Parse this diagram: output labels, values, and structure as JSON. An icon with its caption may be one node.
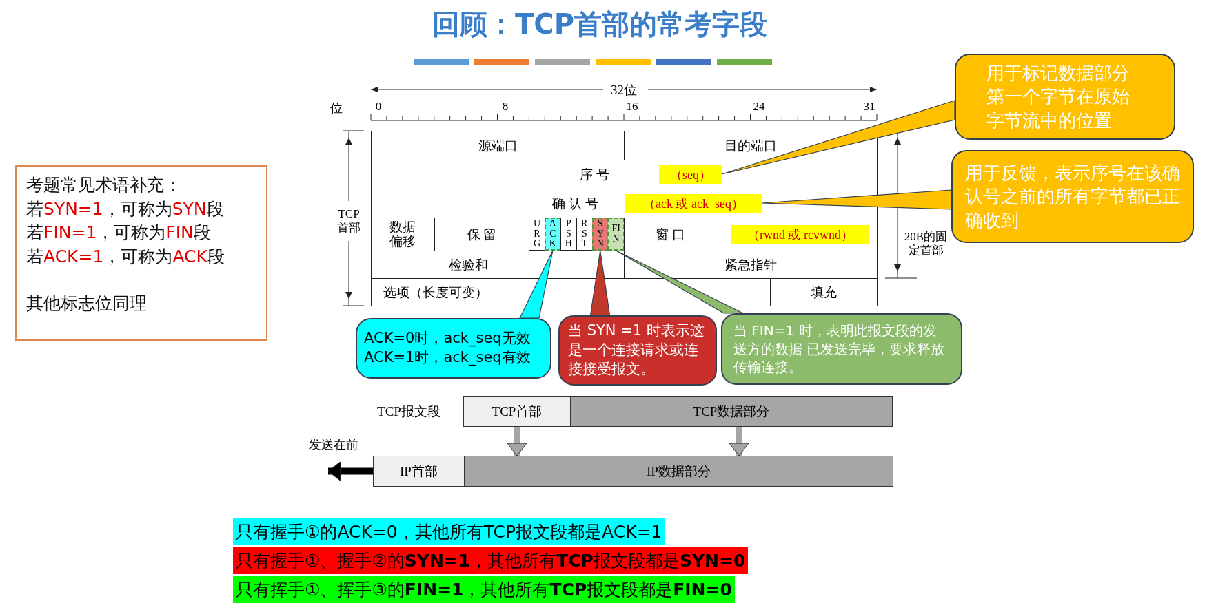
{
  "diagram": {
    "title": "回顾：TCP首部的常考字段",
    "nodes": [
      {
        "text": [
          "用于标记数据部分第一个字节在原始字节流中的位置"
        ]
      },
      {
        "text": [
          "用于反馈，表示序号在该确认号之前的所有字节都已正确收到"
        ]
      },
      {
        "text": [
          "考题常见术语补充：",
          "若SYN=1，可称为SYN段",
          "若FIN=1，可称为FIN段",
          "若ACK=1，可称为ACK段",
          "其他标志位同理"
        ]
      },
      {
        "text": [
          "源端口"
        ]
      },
      {
        "text": [
          "目的端口"
        ]
      },
      {
        "text": [
          "序 号"
        ]
      },
      {
        "text": [
          "（seq）"
        ],
        "in": 5
      },
      {
        "text": [
          "确 认 号"
        ]
      },
      {
        "text": [
          "（ack 或 ack_seq）"
        ],
        "in": 7
      },
      {
        "text": [
          "数据偏移"
        ]
      },
      {
        "text": [
          "保 留"
        ]
      },
      {
        "text": [
          "URG"
        ]
      },
      {
        "text": [
          "ACK"
        ]
      },
      {
        "text": [
          "PSH"
        ]
      },
      {
        "text": [
          "RST"
        ]
      },
      {
        "text": [
          "SYN"
        ]
      },
      {
        "text": [
          "FIN"
        ]
      },
      {
        "text": [
          "窗 口"
        ]
      },
      {
        "text": [
          "（rwnd 或 rcvwnd）"
        ],
        "in": 17
      },
      {
        "text": [
          "检验和"
        ]
      },
      {
        "text": [
          "紧急指针"
        ]
      },
      {
        "text": [
          "选项（长度可变）"
        ]
      },
      {
        "text": [
          "填充"
        ]
      },
      {
        "text": [
          "ACK=0时，ack_seq无效",
          "ACK=1时，ack_seq有效"
        ]
      },
      {
        "text": [
          "当 SYN =1 时表示这是一个连接请求或连接接受报文。"
        ]
      },
      {
        "text": [
          "当 FIN=1 时，表明此报文段的发送方的数据 已发送完毕，要求释放传输连接。"
        ]
      },
      {
        "text": [
          "TCP首部"
        ]
      },
      {
        "text": [
          "TCP数据部分"
        ]
      },
      {
        "text": [
          "IP首部"
        ]
      },
      {
        "text": [
          "IP数据部分"
        ]
      },
      {
        "text": [
          "只有握手①的ACK=0，其他所有TCP报文段都是ACK=1"
        ]
      },
      {
        "text": [
          "只有握手①、握手②的**SYN=1**，其他所有**TCP**报文段都是**SYN=0**"
        ]
      },
      {
        "text": [
          "只有挥手①、挥手③的**FIN=1**，其他所有**TCP**报文段都是**FIN=0**"
        ]
      }
    ],
    "edges": [
      {
        "from": 0,
        "to": 6,
        "arrow": "none",
        "color": "#ffc000"
      },
      {
        "from": 1,
        "to": 8,
        "arrow": "none",
        "color": "#ffc000"
      },
      {
        "from": 23,
        "to": 12,
        "arrow": "none",
        "color": "#00ffff"
      },
      {
        "from": 24,
        "to": 15,
        "arrow": "none",
        "color": "#c0392b"
      },
      {
        "from": 25,
        "to": 16,
        "arrow": "none",
        "color": "#8cbb6c"
      },
      {
        "from": 26,
        "to": 29,
        "arrow": "to",
        "color": "#a6a6a6"
      },
      {
        "from": 27,
        "to": 29,
        "arrow": "to",
        "color": "#a6a6a6"
      },
      {
        "from": 28,
        "to": null,
        "arrow": "to",
        "color": "#000000",
        "label": "发送在前"
      }
    ],
    "labels": [
      "32位",
      "位",
      "0",
      "8",
      "16",
      "24",
      "31",
      "TCP首部",
      "20B的固定首部",
      "TCP报文段"
    ]
  }
}
